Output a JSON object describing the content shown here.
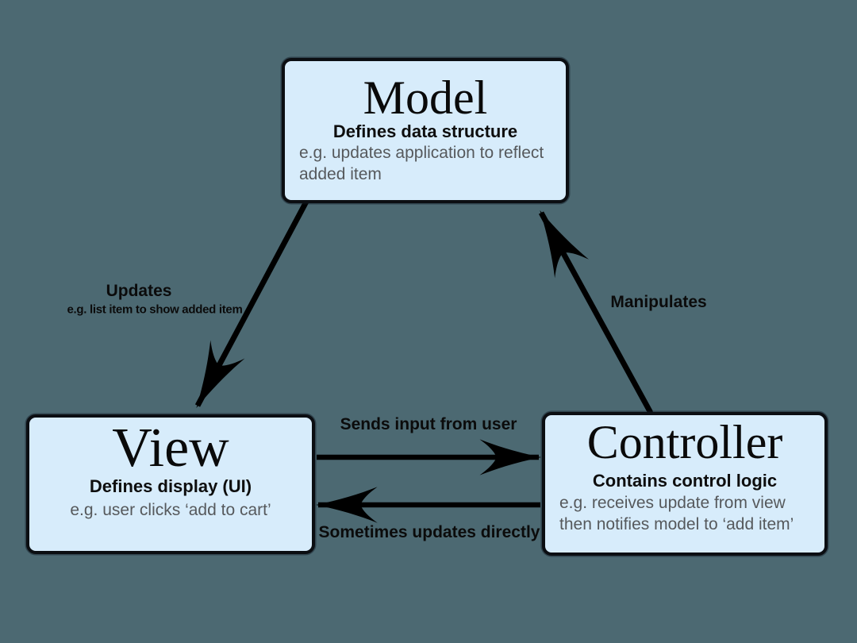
{
  "colors": {
    "background": "#4c6972",
    "box_fill": "#d7ecfb",
    "box_border": "#0b0e12",
    "arrow": "#000000",
    "muted_text": "#56595c"
  },
  "boxes": {
    "model": {
      "title": "Model",
      "subtitle": "Defines data structure",
      "example_lines": [
        "e.g. updates application to reflect",
        "added item"
      ]
    },
    "view": {
      "title": "View",
      "subtitle": "Defines display (UI)",
      "example_lines": [
        "e.g. user clicks ‘add to cart’"
      ]
    },
    "controller": {
      "title": "Controller",
      "subtitle": "Contains control logic",
      "example_lines": [
        "e.g. receives update from view",
        "then notifies model to ‘add item’"
      ]
    }
  },
  "arrows": {
    "updates": {
      "label": "Updates",
      "sublabel": "e.g. list item to show added item",
      "from": "Model",
      "to": "View"
    },
    "manipulates": {
      "label": "Manipulates",
      "from": "Controller",
      "to": "Model"
    },
    "sends_input": {
      "label": "Sends input from user",
      "from": "View",
      "to": "Controller"
    },
    "sometimes_updates": {
      "label": "Sometimes updates directly",
      "from": "Controller",
      "to": "View"
    }
  }
}
